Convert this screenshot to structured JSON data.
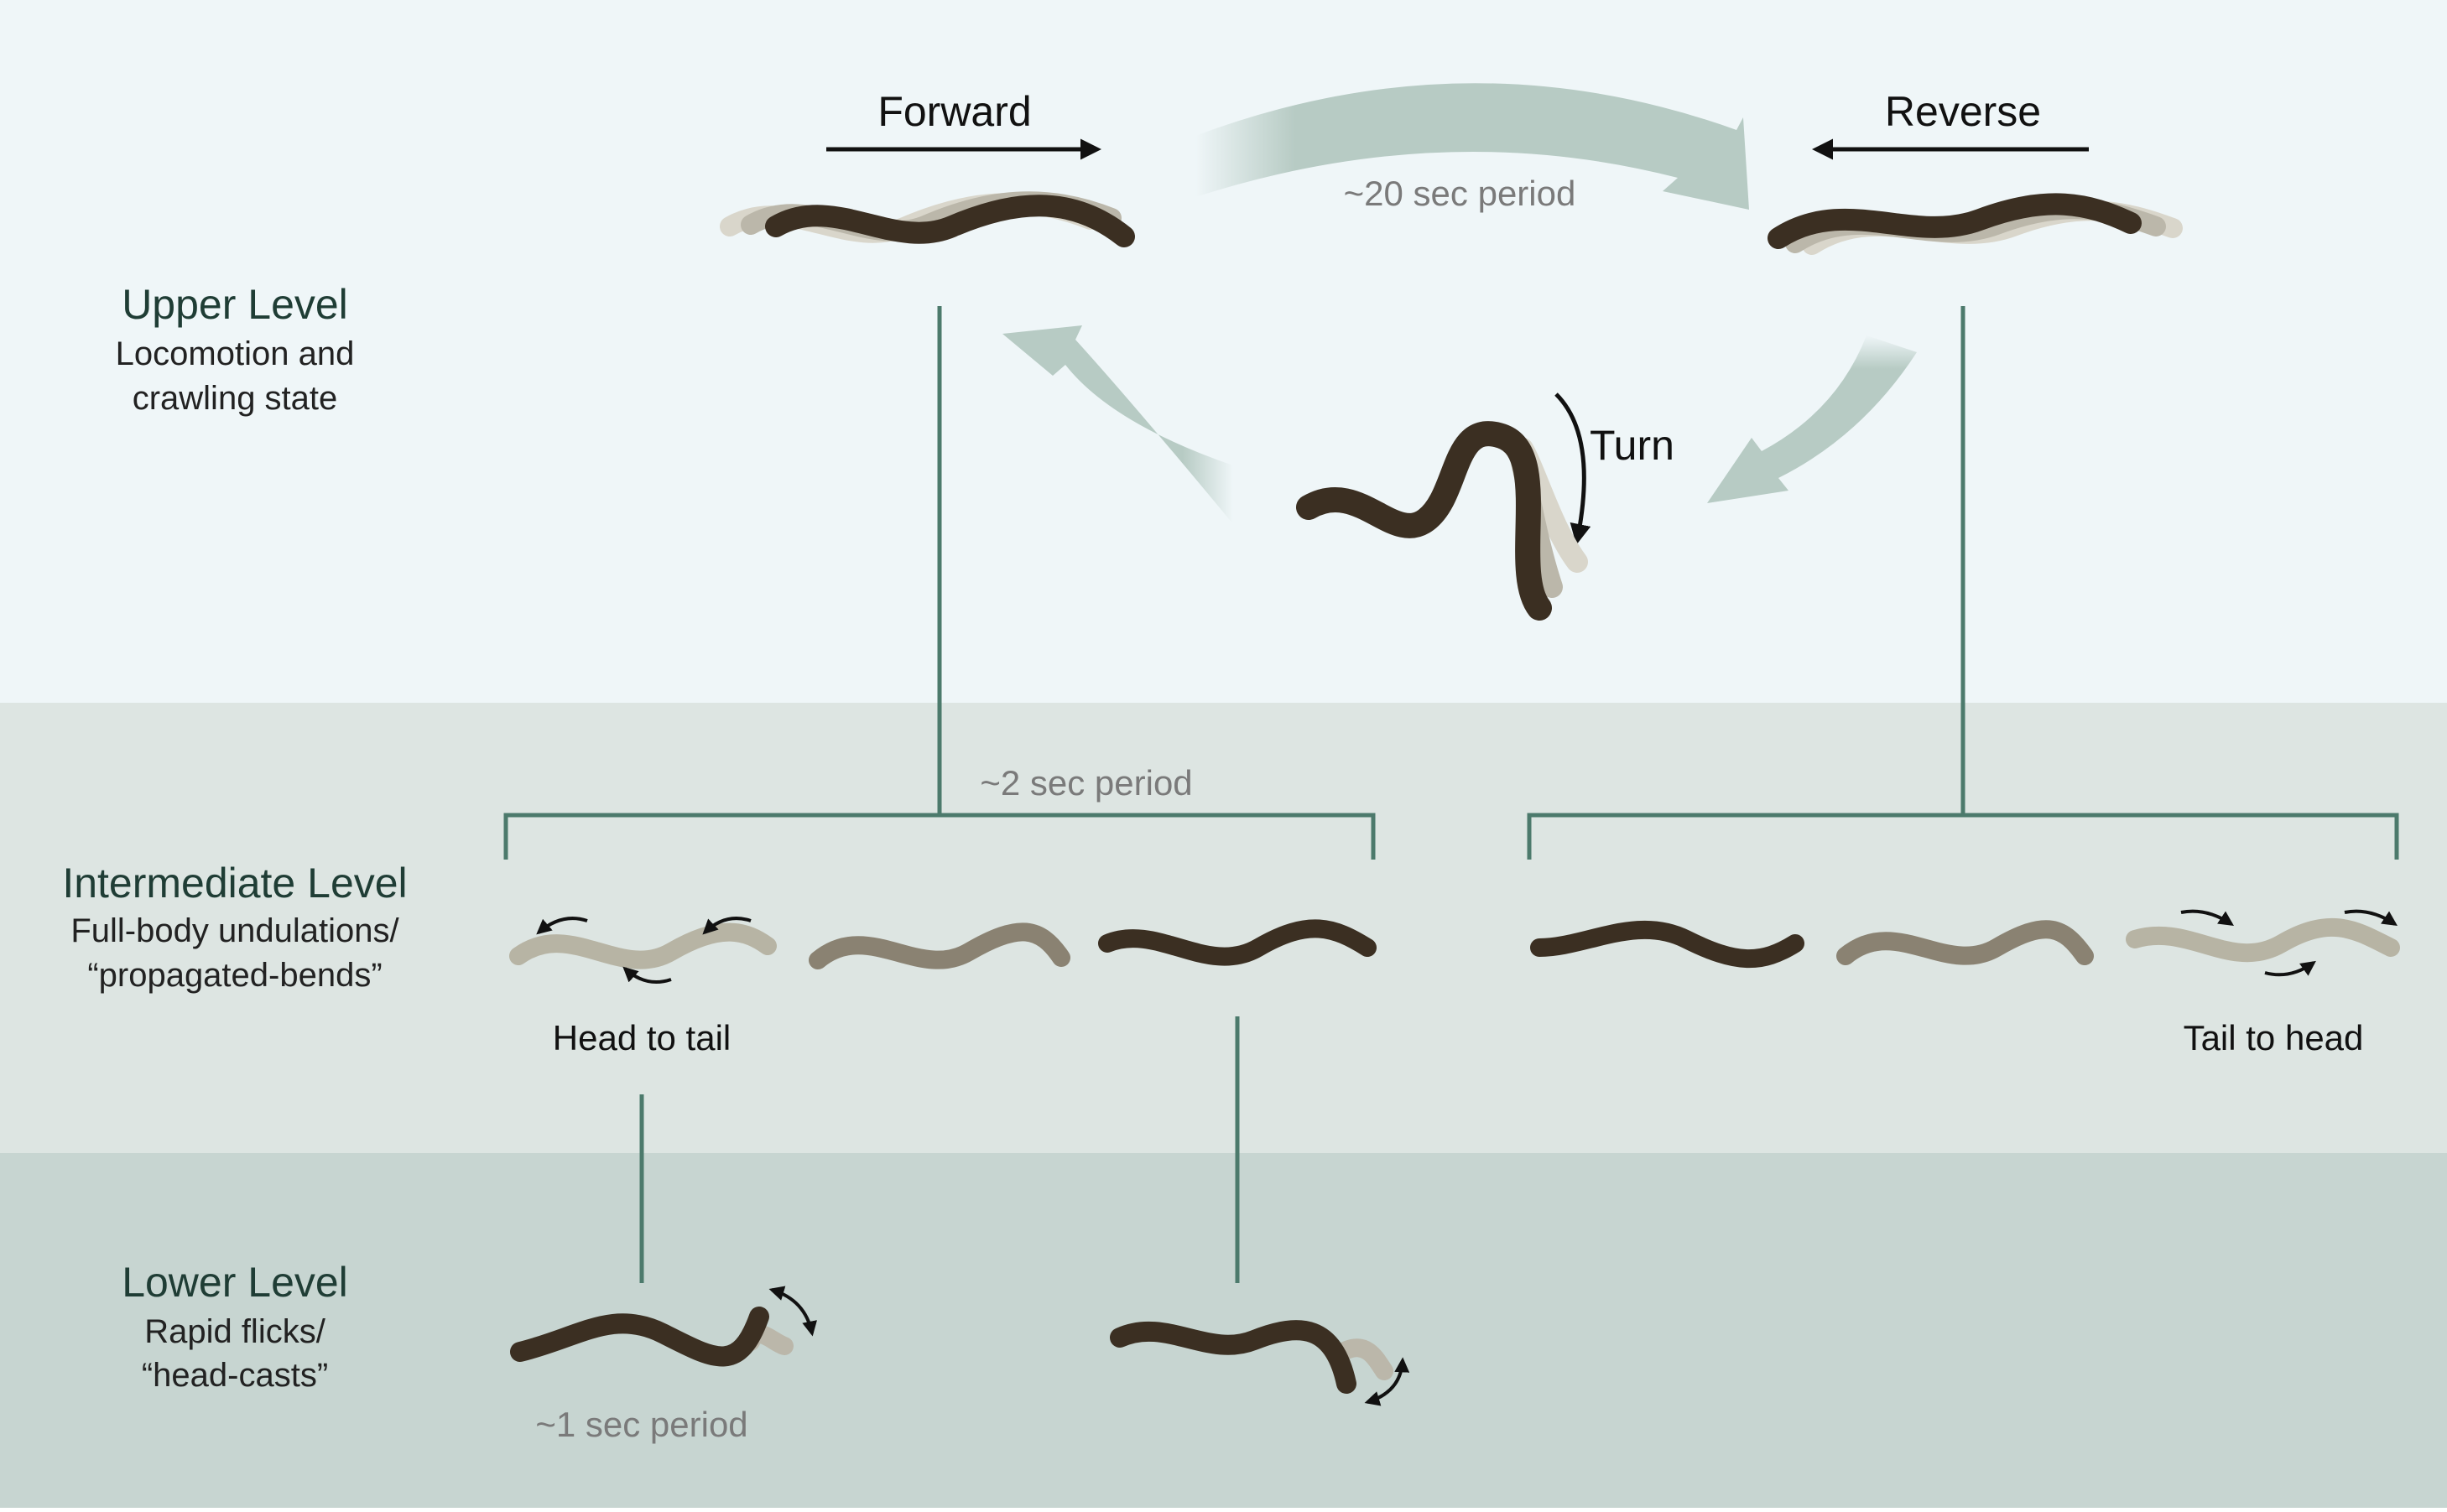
{
  "levels": {
    "upper": {
      "title": "Upper Level",
      "desc_line1": "Locomotion and",
      "desc_line2": "crawling state"
    },
    "intermediate": {
      "title": "Intermediate Level",
      "desc_line1": "Full-body undulations/",
      "desc_line2": "“propagated-bends”"
    },
    "lower": {
      "title": "Lower Level",
      "desc_line1": "Rapid flicks/",
      "desc_line2": "“head-casts”"
    }
  },
  "states": {
    "forward": "Forward",
    "reverse": "Reverse",
    "turn": "Turn"
  },
  "periods": {
    "upper": "~20 sec period",
    "intermediate": "~2 sec period",
    "lower": "~1 sec period"
  },
  "wave_labels": {
    "forward": "Head to tail",
    "reverse": "Tail to head"
  },
  "colors": {
    "upper_band": "#eff6f8",
    "intermediate_band": "#dde5e2",
    "lower_band": "#c7d5d1",
    "connector": "#4c7a6c",
    "cycle_arrow": "#b7cbc4",
    "worm_dark": "#3b2f22",
    "worm_mid": "#8a8272",
    "worm_light": "#b7b4a4",
    "title_text": "#1f3d35",
    "period_text": "#7a7a7a"
  }
}
